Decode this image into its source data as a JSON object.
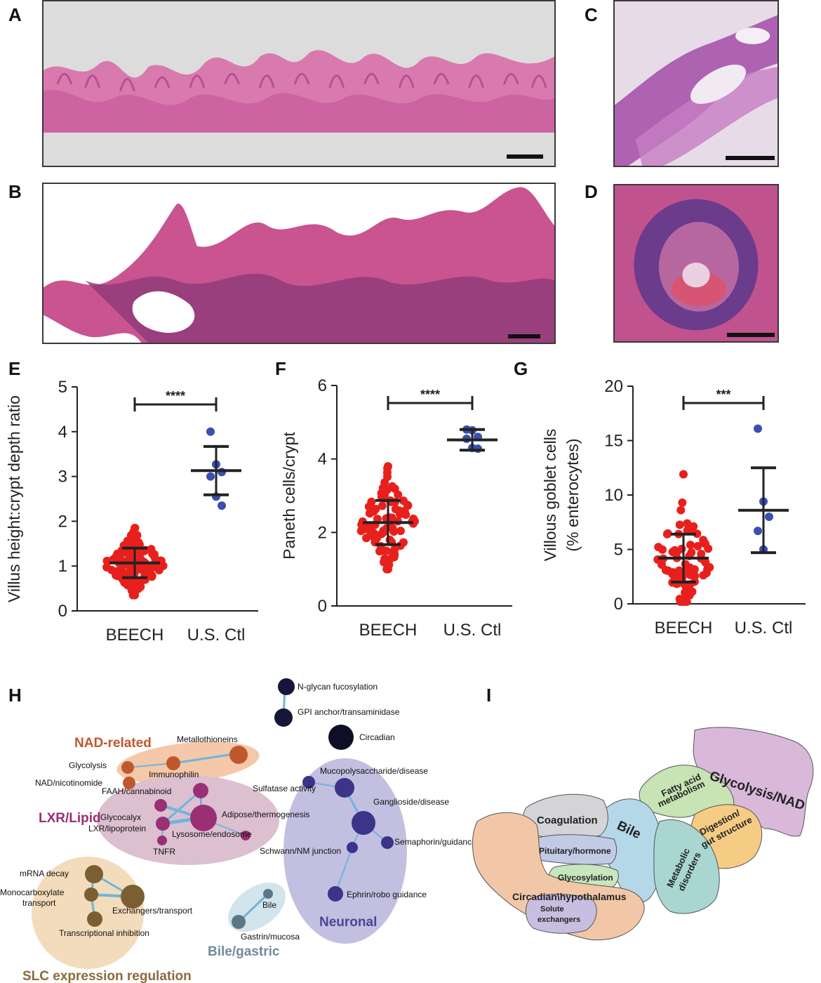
{
  "panel_labels": {
    "A": "A",
    "B": "B",
    "C": "C",
    "D": "D",
    "E": "E",
    "F": "F",
    "G": "G",
    "H": "H",
    "I": "I"
  },
  "chart_data": [
    {
      "id": "E",
      "type": "scatter",
      "ylabel": "Villus height:crypt depth ratio",
      "categories": [
        "BEECH",
        "U.S. Ctl"
      ],
      "ylim": [
        0,
        5
      ],
      "yticks": [
        "0",
        "1",
        "2",
        "3",
        "4",
        "5"
      ],
      "significance": "****",
      "series": [
        {
          "category": "BEECH",
          "color": "#e8201d",
          "mean": 1.07,
          "sd": 0.33,
          "range": [
            0.35,
            1.85
          ],
          "n": 120
        },
        {
          "category": "U.S. Ctl",
          "color": "#3a4fb0",
          "mean": 3.13,
          "sd": 0.54,
          "values": [
            4.0,
            3.27,
            3.1,
            3.0,
            2.55,
            2.35
          ]
        }
      ]
    },
    {
      "id": "F",
      "type": "scatter",
      "ylabel": "Paneth cells/crypt",
      "categories": [
        "BEECH",
        "U.S. Ctl"
      ],
      "ylim": [
        0,
        6
      ],
      "yticks": [
        "0",
        "2",
        "4",
        "6"
      ],
      "significance": "****",
      "series": [
        {
          "category": "BEECH",
          "color": "#e8201d",
          "mean": 2.27,
          "sd": 0.6,
          "range": [
            1.0,
            3.8
          ],
          "n": 85
        },
        {
          "category": "U.S. Ctl",
          "color": "#3a4fb0",
          "mean": 4.52,
          "sd": 0.28,
          "values": [
            4.8,
            4.78,
            4.6,
            4.55,
            4.3,
            4.28
          ]
        }
      ]
    },
    {
      "id": "G",
      "type": "scatter",
      "ylabel": "Villous goblet cells",
      "ylabel2": "(% enterocytes)",
      "categories": [
        "BEECH",
        "U.S. Ctl"
      ],
      "ylim": [
        0,
        20
      ],
      "yticks": [
        "0",
        "5",
        "10",
        "15",
        "20"
      ],
      "significance": "***",
      "series": [
        {
          "category": "BEECH",
          "color": "#e8201d",
          "mean": 4.2,
          "sd": 2.2,
          "range": [
            0.2,
            11.9
          ],
          "n": 75
        },
        {
          "category": "U.S. Ctl",
          "color": "#3a4fb0",
          "mean": 8.6,
          "sd": 3.9,
          "values": [
            16.1,
            9.4,
            8.0,
            6.7,
            5.0
          ]
        }
      ]
    }
  ],
  "network_H": {
    "groups": [
      {
        "label": "NAD-related",
        "color": "#c0582e"
      },
      {
        "label": "LXR/Lipid",
        "color": "#9a2f74"
      },
      {
        "label": "Neuronal",
        "color": "#4b4595"
      },
      {
        "label": "Bile/gastric",
        "color": "#6f8b98"
      },
      {
        "label": "SLC expression regulation",
        "color": "#8b6b3c"
      }
    ],
    "nodes": [
      "N-glycan fucosylation",
      "GPI anchor/transaminidase",
      "Circadian",
      "Metallothioneins",
      "Glycolysis",
      "Immunophilin",
      "NAD/nicotinomide",
      "FAAH/cannabinoid",
      "Adipose/thermogenesis",
      "Glycocalyx",
      "LXR/lipoprotein",
      "Lysosome/endosome",
      "TNFR",
      "Mucopolysaccharide/disease",
      "Sulfatase activity",
      "Ganglioside/disease",
      "Semaphorin/guidance",
      "Schwann/NM junction",
      "Ephrin/robo guidance",
      "Bile",
      "Gastrin/mucosa",
      "mRNA decay",
      "Monocarboxylate",
      "transport",
      "Exchangers/transport",
      "Transcriptional inhibition"
    ]
  },
  "map_I": {
    "regions": [
      {
        "label": "Glycolysis/NAD",
        "color": "#d9b8d9"
      },
      {
        "label": "Fatty acid",
        "label2": "metabolism",
        "color": "#c8e3b4"
      },
      {
        "label": "Bile",
        "color": "#b4d8e8"
      },
      {
        "label": "Digestion/",
        "label2": "gut structure",
        "color": "#f6cc85"
      },
      {
        "label": "Coagulation",
        "color": "#d4d4d8"
      },
      {
        "label": "Pituitary/hormone",
        "color": "#c2cbe6"
      },
      {
        "label": "Glycosylation",
        "color": "#c6e7bd"
      },
      {
        "label": "Metabolic",
        "label2": "disorders",
        "color": "#a9d6d0"
      },
      {
        "label": "Circadian\\hypothalamus",
        "color": "#f2c7a8"
      },
      {
        "label": "Solute",
        "label2": "exchangers",
        "color": "#c8bedf"
      }
    ]
  }
}
